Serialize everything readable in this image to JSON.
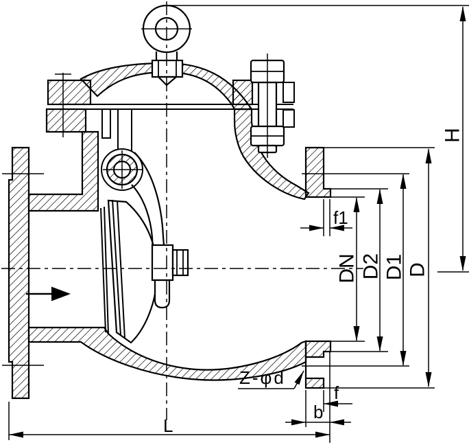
{
  "drawing": {
    "kind": "swing-check-valve-cross-section",
    "line_color": "#000000",
    "background": "#ffffff"
  },
  "dims": {
    "H": "H",
    "f1": "f1",
    "DN": "DN",
    "D2": "D2",
    "D1": "D1",
    "D": "D",
    "Z": "Z-φd",
    "f": "f",
    "b": "b",
    "L": "L"
  }
}
